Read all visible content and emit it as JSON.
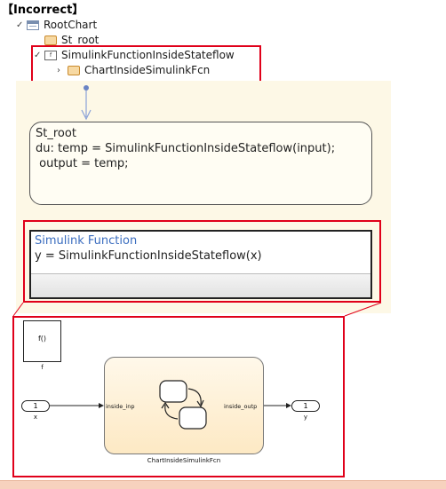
{
  "heading": "【Incorrect】",
  "tree": {
    "root": "RootChart",
    "child_state": "St_root",
    "child_fcn": "SimulinkFunctionInsideStateflow",
    "grandchild": "ChartInsideSimulinkFcn"
  },
  "state": {
    "name": "St_root",
    "line1": "du: temp = SimulinkFunctionInsideStateflow(input);",
    "line2": " output = temp;"
  },
  "sim_function": {
    "header": "Simulink Function",
    "signature": "y = SimulinkFunctionInsideStateflow(x)"
  },
  "model": {
    "fcn_block_text": "f()",
    "fcn_block_label": "f",
    "inport_num": "1",
    "inport_label": "x",
    "outport_num": "1",
    "outport_label": "y",
    "subsystem_in": "inside_inp",
    "subsystem_out": "inside_outp",
    "subsystem_label": "ChartInsideSimulinkFcn"
  },
  "colors": {
    "highlight": "#e0001a",
    "canvas_bg": "#fdf8e6",
    "chart_block_fill": "#fde9c4"
  }
}
